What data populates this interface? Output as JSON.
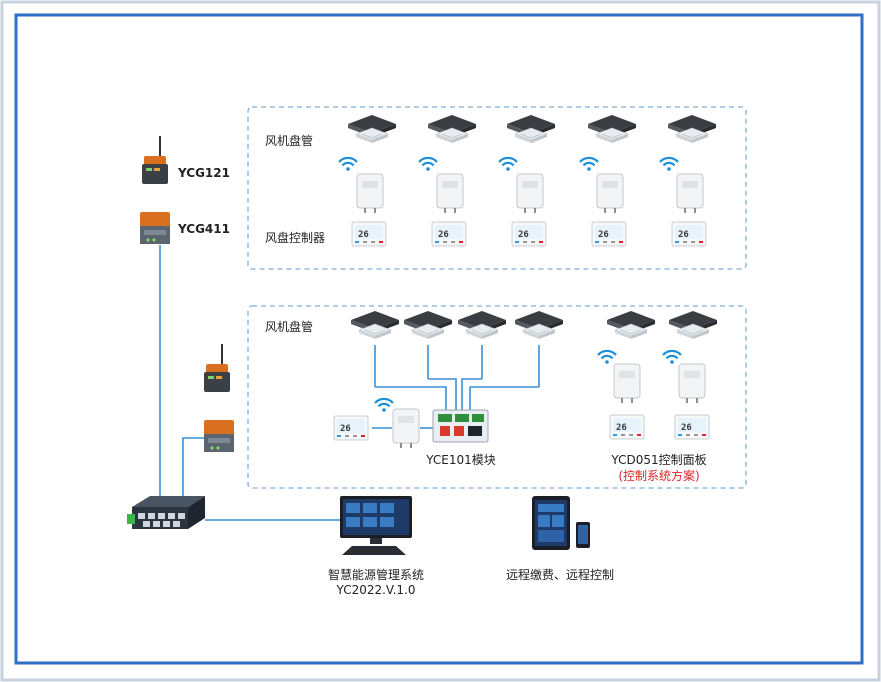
{
  "labels": {
    "ycg121": "YCG121",
    "ycg411": "YCG411",
    "group1_fcu": "风机盘管",
    "group1_ctrl": "风盘控制器",
    "group2_fcu": "风机盘管",
    "yce101": "YCE101模块",
    "ycd051": "YCD051控制面板",
    "ycd051_note": "(控制系统方案)",
    "ems_name": "智慧能源管理系统",
    "ems_version": "YC2022.V.1.0",
    "remote": "远程缴费、远程控制"
  },
  "thermostat_reading": "26",
  "colors": {
    "frame": "#2f6fc6",
    "line": "#3b8fd6",
    "dash": "#7fb0d8",
    "wifi": "#1a8ed9",
    "note": "#e0262b"
  }
}
